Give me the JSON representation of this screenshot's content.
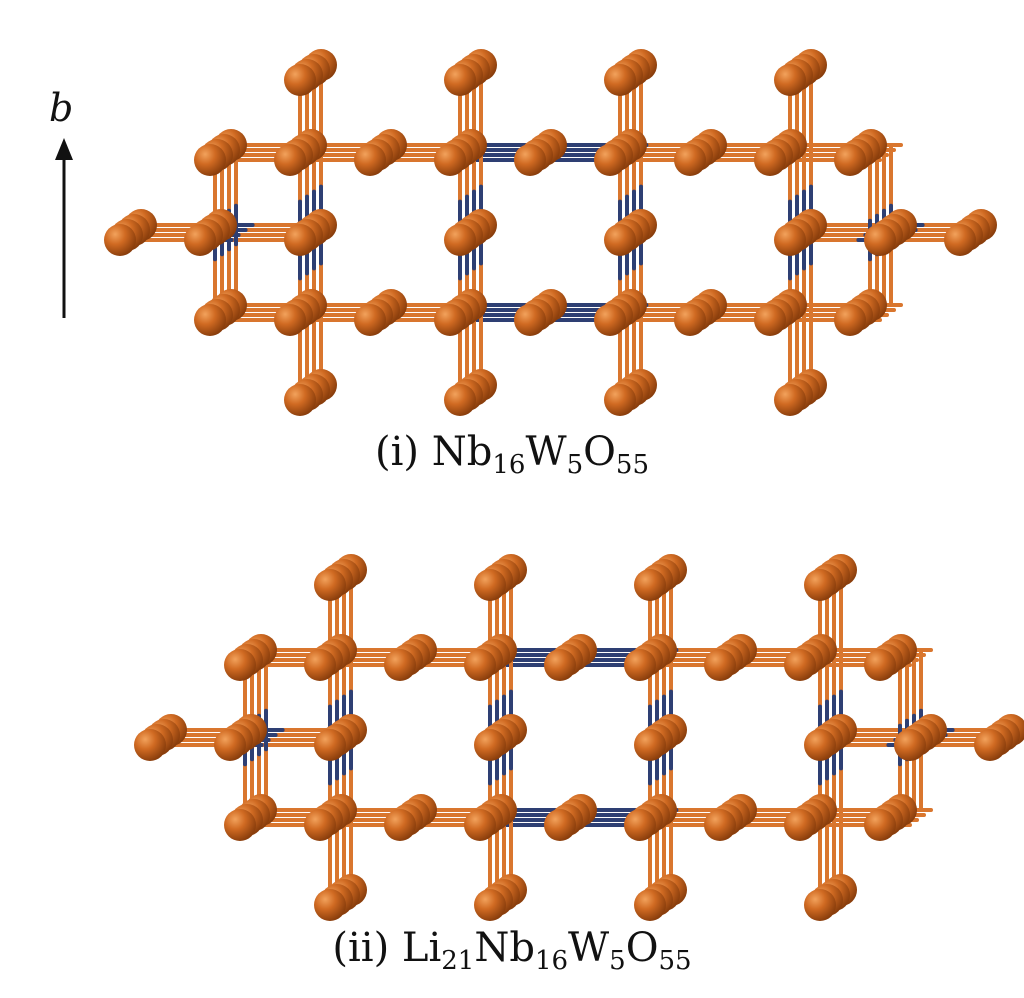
{
  "axis": {
    "label": "b"
  },
  "panels": [
    {
      "id": "i",
      "caption": {
        "prefix": "(i)",
        "parts": [
          {
            "t": "Nb"
          },
          {
            "s": "16"
          },
          {
            "t": "W"
          },
          {
            "s": "5"
          },
          {
            "t": "O"
          },
          {
            "s": "55"
          }
        ]
      }
    },
    {
      "id": "ii",
      "caption": {
        "prefix": "(ii)",
        "parts": [
          {
            "t": "Li"
          },
          {
            "s": "21"
          },
          {
            "t": "Nb"
          },
          {
            "s": "16"
          },
          {
            "t": "W"
          },
          {
            "s": "5"
          },
          {
            "t": "O"
          },
          {
            "s": "55"
          }
        ]
      }
    }
  ],
  "colors": {
    "oxygen": "#c8641e",
    "oxygen_light": "#e8924a",
    "oxygen_dark": "#8a3e0c",
    "bond_orange": "#d9762e",
    "bond_blue": "#2e3f73",
    "bond_grey": "#5a5f66",
    "text": "#111111"
  }
}
